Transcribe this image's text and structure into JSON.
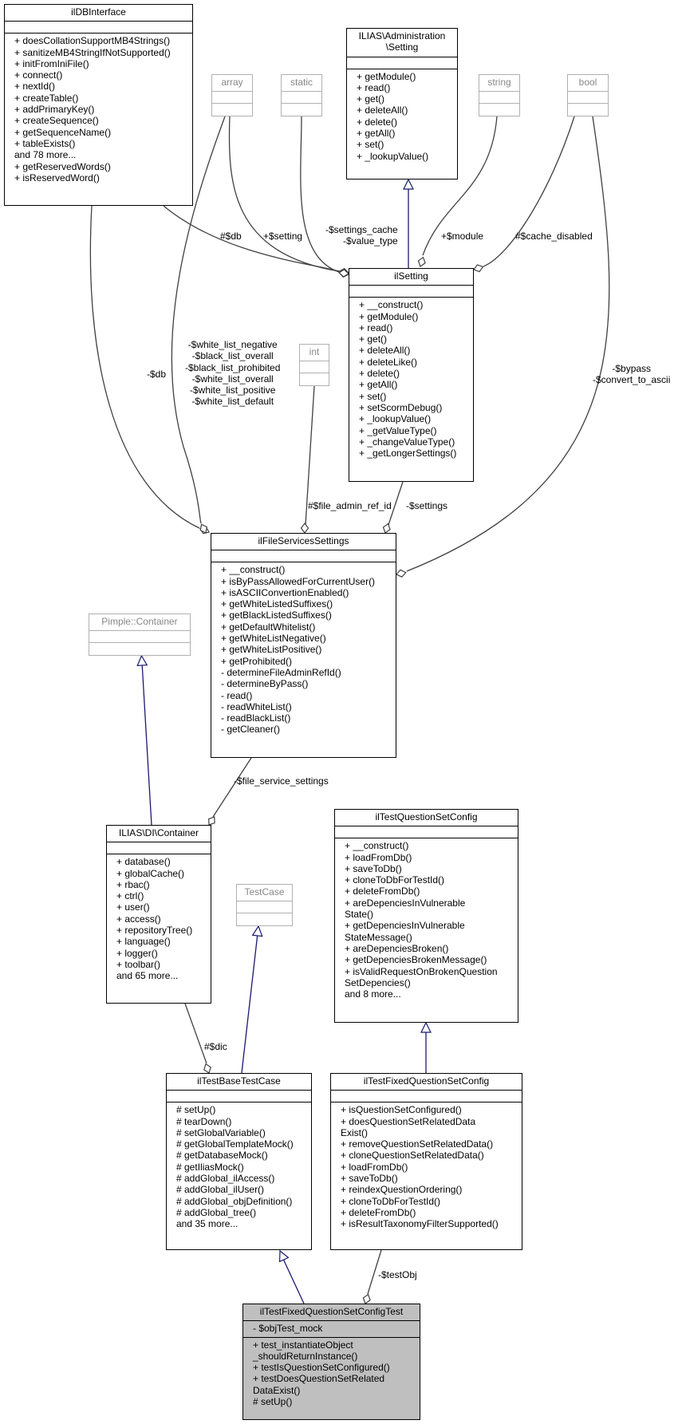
{
  "classes": {
    "ildbinterface": {
      "name": "ilDBInterface",
      "attributes": [],
      "methods": [
        "+ doesCollationSupportMB4Strings()",
        "+ sanitizeMB4StringIfNotSupported()",
        "+ initFromIniFile()",
        "+ connect()",
        "+ nextId()",
        "+ createTable()",
        "+ addPrimaryKey()",
        "+ createSequence()",
        "+ getSequenceName()",
        "+ tableExists()",
        "and 78 more...",
        "+ getReservedWords()",
        "+ isReservedWord()"
      ]
    },
    "setting": {
      "name": "ILIAS\\Administration\n\\Setting",
      "attributes": [],
      "methods": [
        "+ getModule()",
        "+ read()",
        "+ get()",
        "+ deleteAll()",
        "+ delete()",
        "+ getAll()",
        "+ set()",
        "+ _lookupValue()"
      ]
    },
    "array": {
      "name": "array",
      "attributes": [],
      "methods": []
    },
    "static": {
      "name": "static",
      "attributes": [],
      "methods": []
    },
    "string": {
      "name": "string",
      "attributes": [],
      "methods": []
    },
    "bool": {
      "name": "bool",
      "attributes": [],
      "methods": []
    },
    "int": {
      "name": "int",
      "attributes": [],
      "methods": []
    },
    "ilsetting": {
      "name": "ilSetting",
      "attributes": [],
      "methods": [
        "+ __construct()",
        "+ getModule()",
        "+ read()",
        "+ get()",
        "+ deleteAll()",
        "+ deleteLike()",
        "+ delete()",
        "+ getAll()",
        "+ set()",
        "+ setScormDebug()",
        "+ _lookupValue()",
        "+ _getValueType()",
        "+ _changeValueType()",
        "+ _getLongerSettings()"
      ]
    },
    "filesvc": {
      "name": "ilFileServicesSettings",
      "attributes": [],
      "methods": [
        "+ __construct()",
        "+ isByPassAllowedForCurrentUser()",
        "+ isASCIIConvertionEnabled()",
        "+ getWhiteListedSuffixes()",
        "+ getBlackListedSuffixes()",
        "+ getDefaultWhitelist()",
        "+ getWhiteListNegative()",
        "+ getWhiteListPositive()",
        "+ getProhibited()",
        "- determineFileAdminRefId()",
        "- determineByPass()",
        "- read()",
        "- readWhiteList()",
        "- readBlackList()",
        "- getCleaner()"
      ]
    },
    "pimple": {
      "name": "Pimple::Container",
      "attributes": [],
      "methods": []
    },
    "dicontainer": {
      "name": "ILIAS\\DI\\Container",
      "attributes": [],
      "methods": [
        "+ database()",
        "+ globalCache()",
        "+ rbac()",
        "+ ctrl()",
        "+ user()",
        "+ access()",
        "+ repositoryTree()",
        "+ language()",
        "+ logger()",
        "+ toolbar()",
        "and 65 more..."
      ]
    },
    "testcase": {
      "name": "TestCase",
      "attributes": [],
      "methods": []
    },
    "qsetconfig": {
      "name": "ilTestQuestionSetConfig",
      "attributes": [],
      "methods": [
        "+ __construct()",
        "+ loadFromDb()",
        "+ saveToDb()",
        "+ cloneToDbForTestId()",
        "+ deleteFromDb()",
        "+ areDepenciesInVulnerable",
        "State()",
        "+ getDepenciesInVulnerable",
        "StateMessage()",
        "+ areDepenciesBroken()",
        "+ getDepenciesBrokenMessage()",
        "+ isValidRequestOnBrokenQuestion",
        "SetDepencies()",
        "and 8 more..."
      ]
    },
    "basetestcase": {
      "name": "ilTestBaseTestCase",
      "attributes": [],
      "methods": [
        "# setUp()",
        "# tearDown()",
        "# setGlobalVariable()",
        "# getGlobalTemplateMock()",
        "# getDatabaseMock()",
        "# getIliasMock()",
        "# addGlobal_ilAccess()",
        "# addGlobal_ilUser()",
        "# addGlobal_objDefinition()",
        "# addGlobal_tree()",
        "and 35 more..."
      ]
    },
    "fixedqset": {
      "name": "ilTestFixedQuestionSetConfig",
      "attributes": [],
      "methods": [
        "+ isQuestionSetConfigured()",
        "+ doesQuestionSetRelatedData",
        "Exist()",
        "+ removeQuestionSetRelatedData()",
        "+ cloneQuestionSetRelatedData()",
        "+ loadFromDb()",
        "+ saveToDb()",
        "+ reindexQuestionOrdering()",
        "+ cloneToDbForTestId()",
        "+ deleteFromDb()",
        "+ isResultTaxonomyFilterSupported()"
      ]
    },
    "fixedqsettest": {
      "name": "ilTestFixedQuestionSetConfigTest",
      "attributes": [
        "- $objTest_mock"
      ],
      "methods": [
        "+ test_instantiateObject",
        "_shouldReturnInstance()",
        "+ testIsQuestionSetConfigured()",
        "+ testDoesQuestionSetRelated",
        "DataExist()",
        "# setUp()"
      ]
    }
  },
  "edge_labels": {
    "db1": "#$db",
    "setting_arr": "+$setting",
    "cache": "-$settings_cache\n-$value_type",
    "module": "+$module",
    "cache_disabled": "#$cache_disabled",
    "db2": "-$db",
    "lists": "-$white_list_negative\n-$black_list_overall\n-$black_list_prohibited\n-$white_list_overall\n-$white_list_positive\n-$white_list_default",
    "bypass": "-$bypass\n-$convert_to_ascii",
    "ref_id": "#$file_admin_ref_id",
    "settings": "-$settings",
    "fss": "-$file_service_settings",
    "dic": "#$dic",
    "testobj": "-$testObj"
  },
  "colors": {
    "inheritance": "#191970",
    "association": "#404040",
    "focus_fill": "#bfbfbf",
    "external_border": "#b0b0b0"
  }
}
